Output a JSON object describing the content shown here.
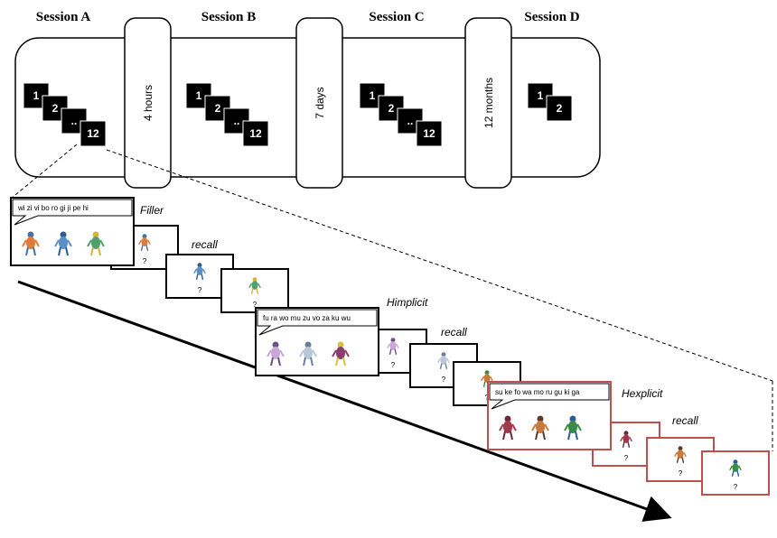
{
  "sessions": [
    "Session A",
    "Session B",
    "Session C",
    "Session D"
  ],
  "intervals": [
    "4 hours",
    "7 days",
    "12 months"
  ],
  "block_numbers": [
    "1",
    "2",
    "..",
    "12"
  ],
  "session_d_blocks": [
    "1",
    "2"
  ],
  "conditions": [
    {
      "label": "Filler",
      "syllables": "wi zi vi bo ro gi ji pe hi",
      "recall_label": "recall",
      "recall_prompts": [
        "?",
        "?",
        "?"
      ],
      "color": "#000000"
    },
    {
      "label": "Himplicit",
      "syllables": "fu ra wo mu zu vo za ku wu",
      "recall_label": "recall",
      "recall_prompts": [
        "?",
        "?",
        "?"
      ],
      "color": "#000000"
    },
    {
      "label": "Hexplicit",
      "syllables": "su ke fo wa mo ru gu ki ga",
      "recall_label": "recall",
      "recall_prompts": [
        "?",
        "?",
        "?"
      ],
      "color": "#c0504d"
    }
  ]
}
